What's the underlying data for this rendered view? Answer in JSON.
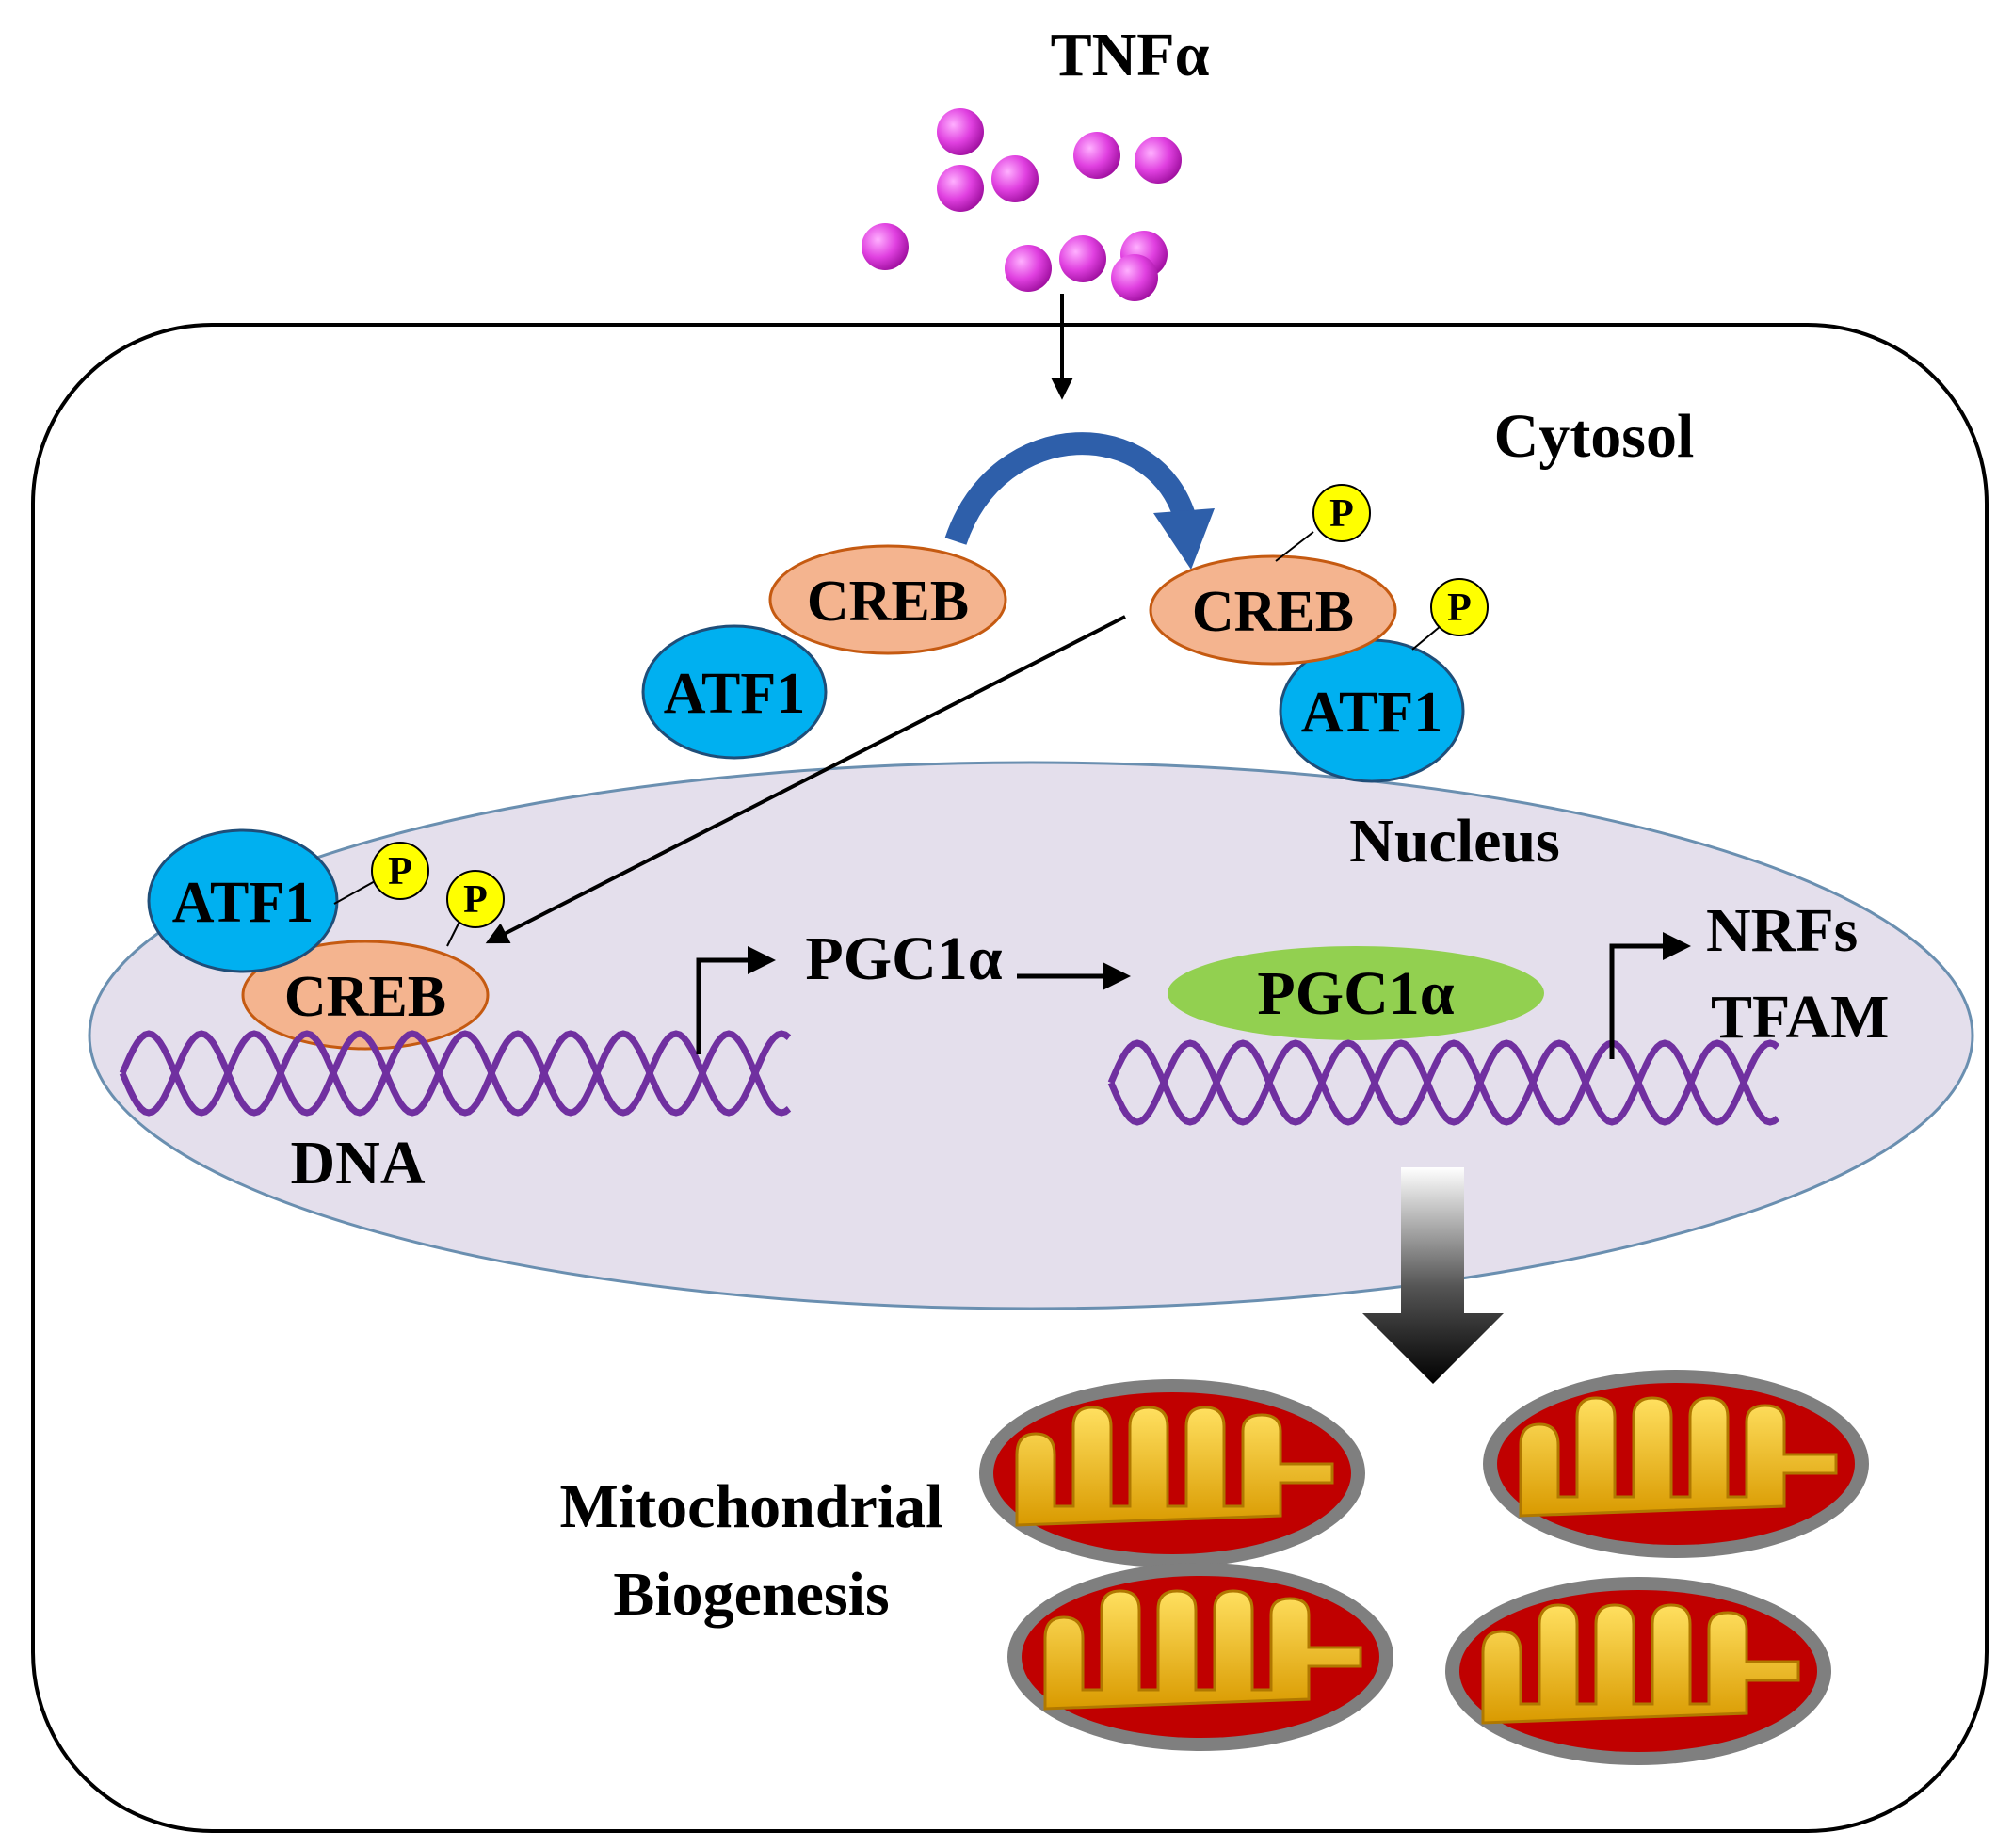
{
  "labels": {
    "ligand": "TNFα",
    "compartment_cytosol": "Cytosol",
    "compartment_nucleus": "Nucleus",
    "dna": "DNA",
    "nrfs": "NRFs",
    "tfam": "TFAM",
    "pgc1a_gene": "PGC1α",
    "pgc1a_protein": "PGC1α",
    "outcome_line1": "Mitochondrial",
    "outcome_line2": "Biogenesis"
  },
  "complexes": {
    "inactive": {
      "creb": "CREB",
      "atf1": "ATF1"
    },
    "phosphorylated": {
      "creb": "CREB",
      "atf1": "ATF1",
      "phospho": "P"
    },
    "nuclear": {
      "creb": "CREB",
      "atf1": "ATF1",
      "phospho": "P"
    }
  },
  "colors": {
    "creb": "#f4b48f",
    "atf1": "#00b0f0",
    "phospho": "#ffff00",
    "pgc1a_protein": "#92d050",
    "nucleus": "#e4dfec",
    "dna": "#7030a0",
    "tnf_particle": "#e040e0",
    "curved_arrow": "#2e5faa",
    "mito_matrix": "#c00000",
    "mito_cristae": "#ffc000",
    "mito_membrane": "#7f7f7f"
  }
}
